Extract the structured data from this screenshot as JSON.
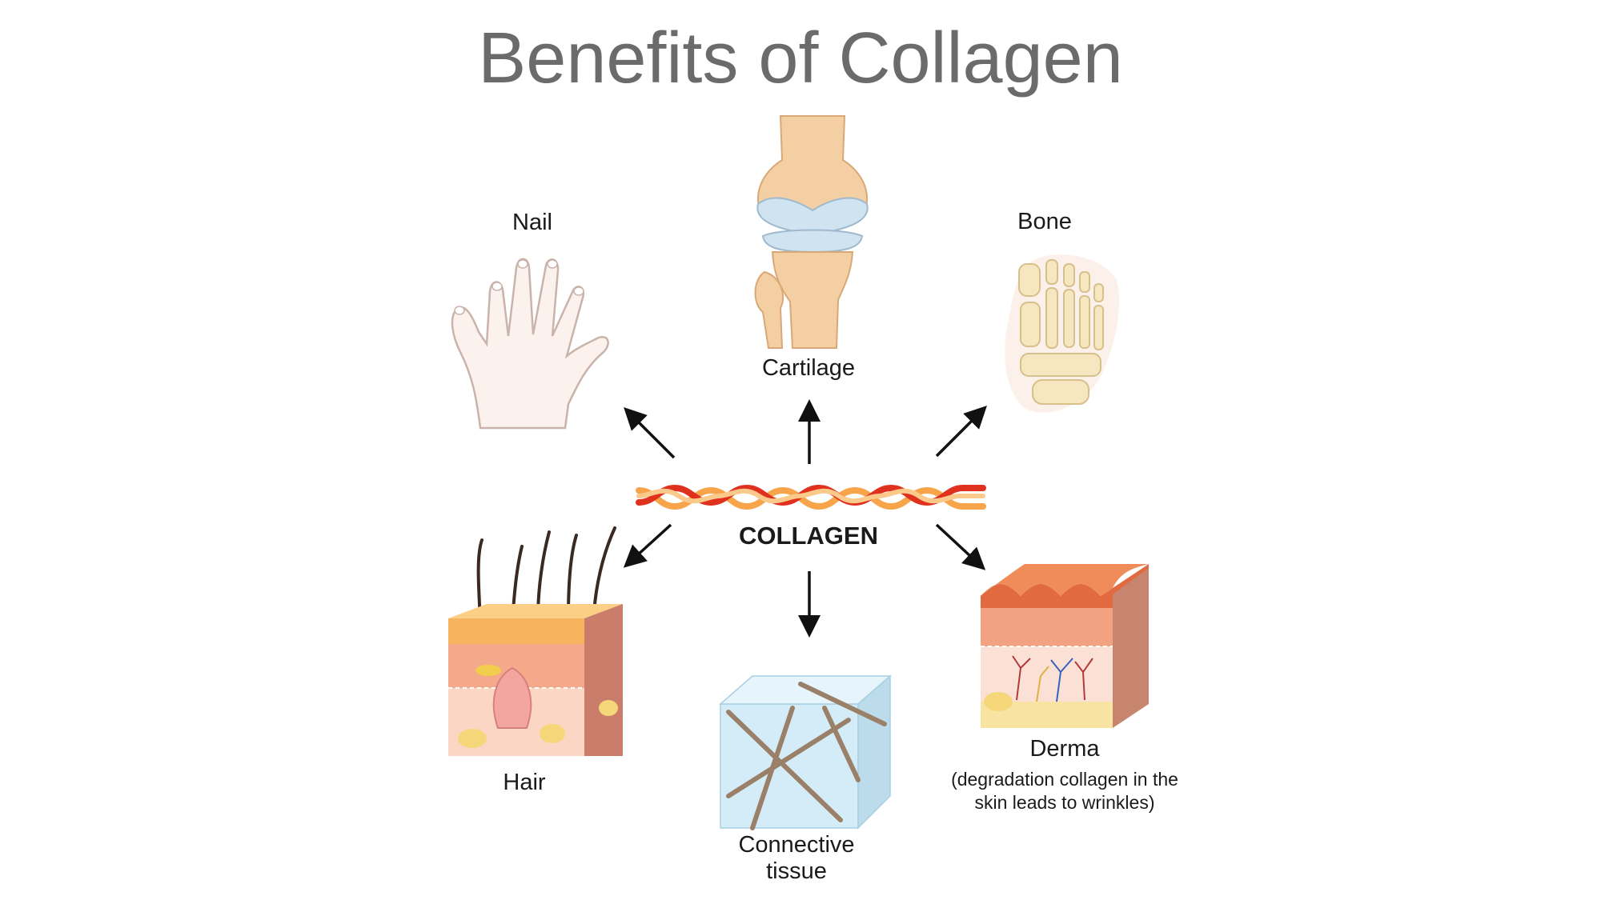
{
  "title": "Benefits of Collagen",
  "center": {
    "label": "COLLAGEN"
  },
  "items": {
    "nail": {
      "label": "Nail"
    },
    "cartilage": {
      "label": "Cartilage"
    },
    "bone": {
      "label": "Bone"
    },
    "hair": {
      "label": "Hair"
    },
    "connective": {
      "label_line1": "Connective",
      "label_line2": "tissue"
    },
    "derma": {
      "label": "Derma",
      "note_line1": "(degradation collagen in the",
      "note_line2": "skin leads to wrinkles)"
    }
  },
  "colors": {
    "title": "#6b6b6b",
    "fiber_red": "#e0301e",
    "fiber_orange": "#f7a44a",
    "skin": "#f3b394",
    "cartilage_blue": "#cfe3f0",
    "bone": "#f6e7c0"
  }
}
